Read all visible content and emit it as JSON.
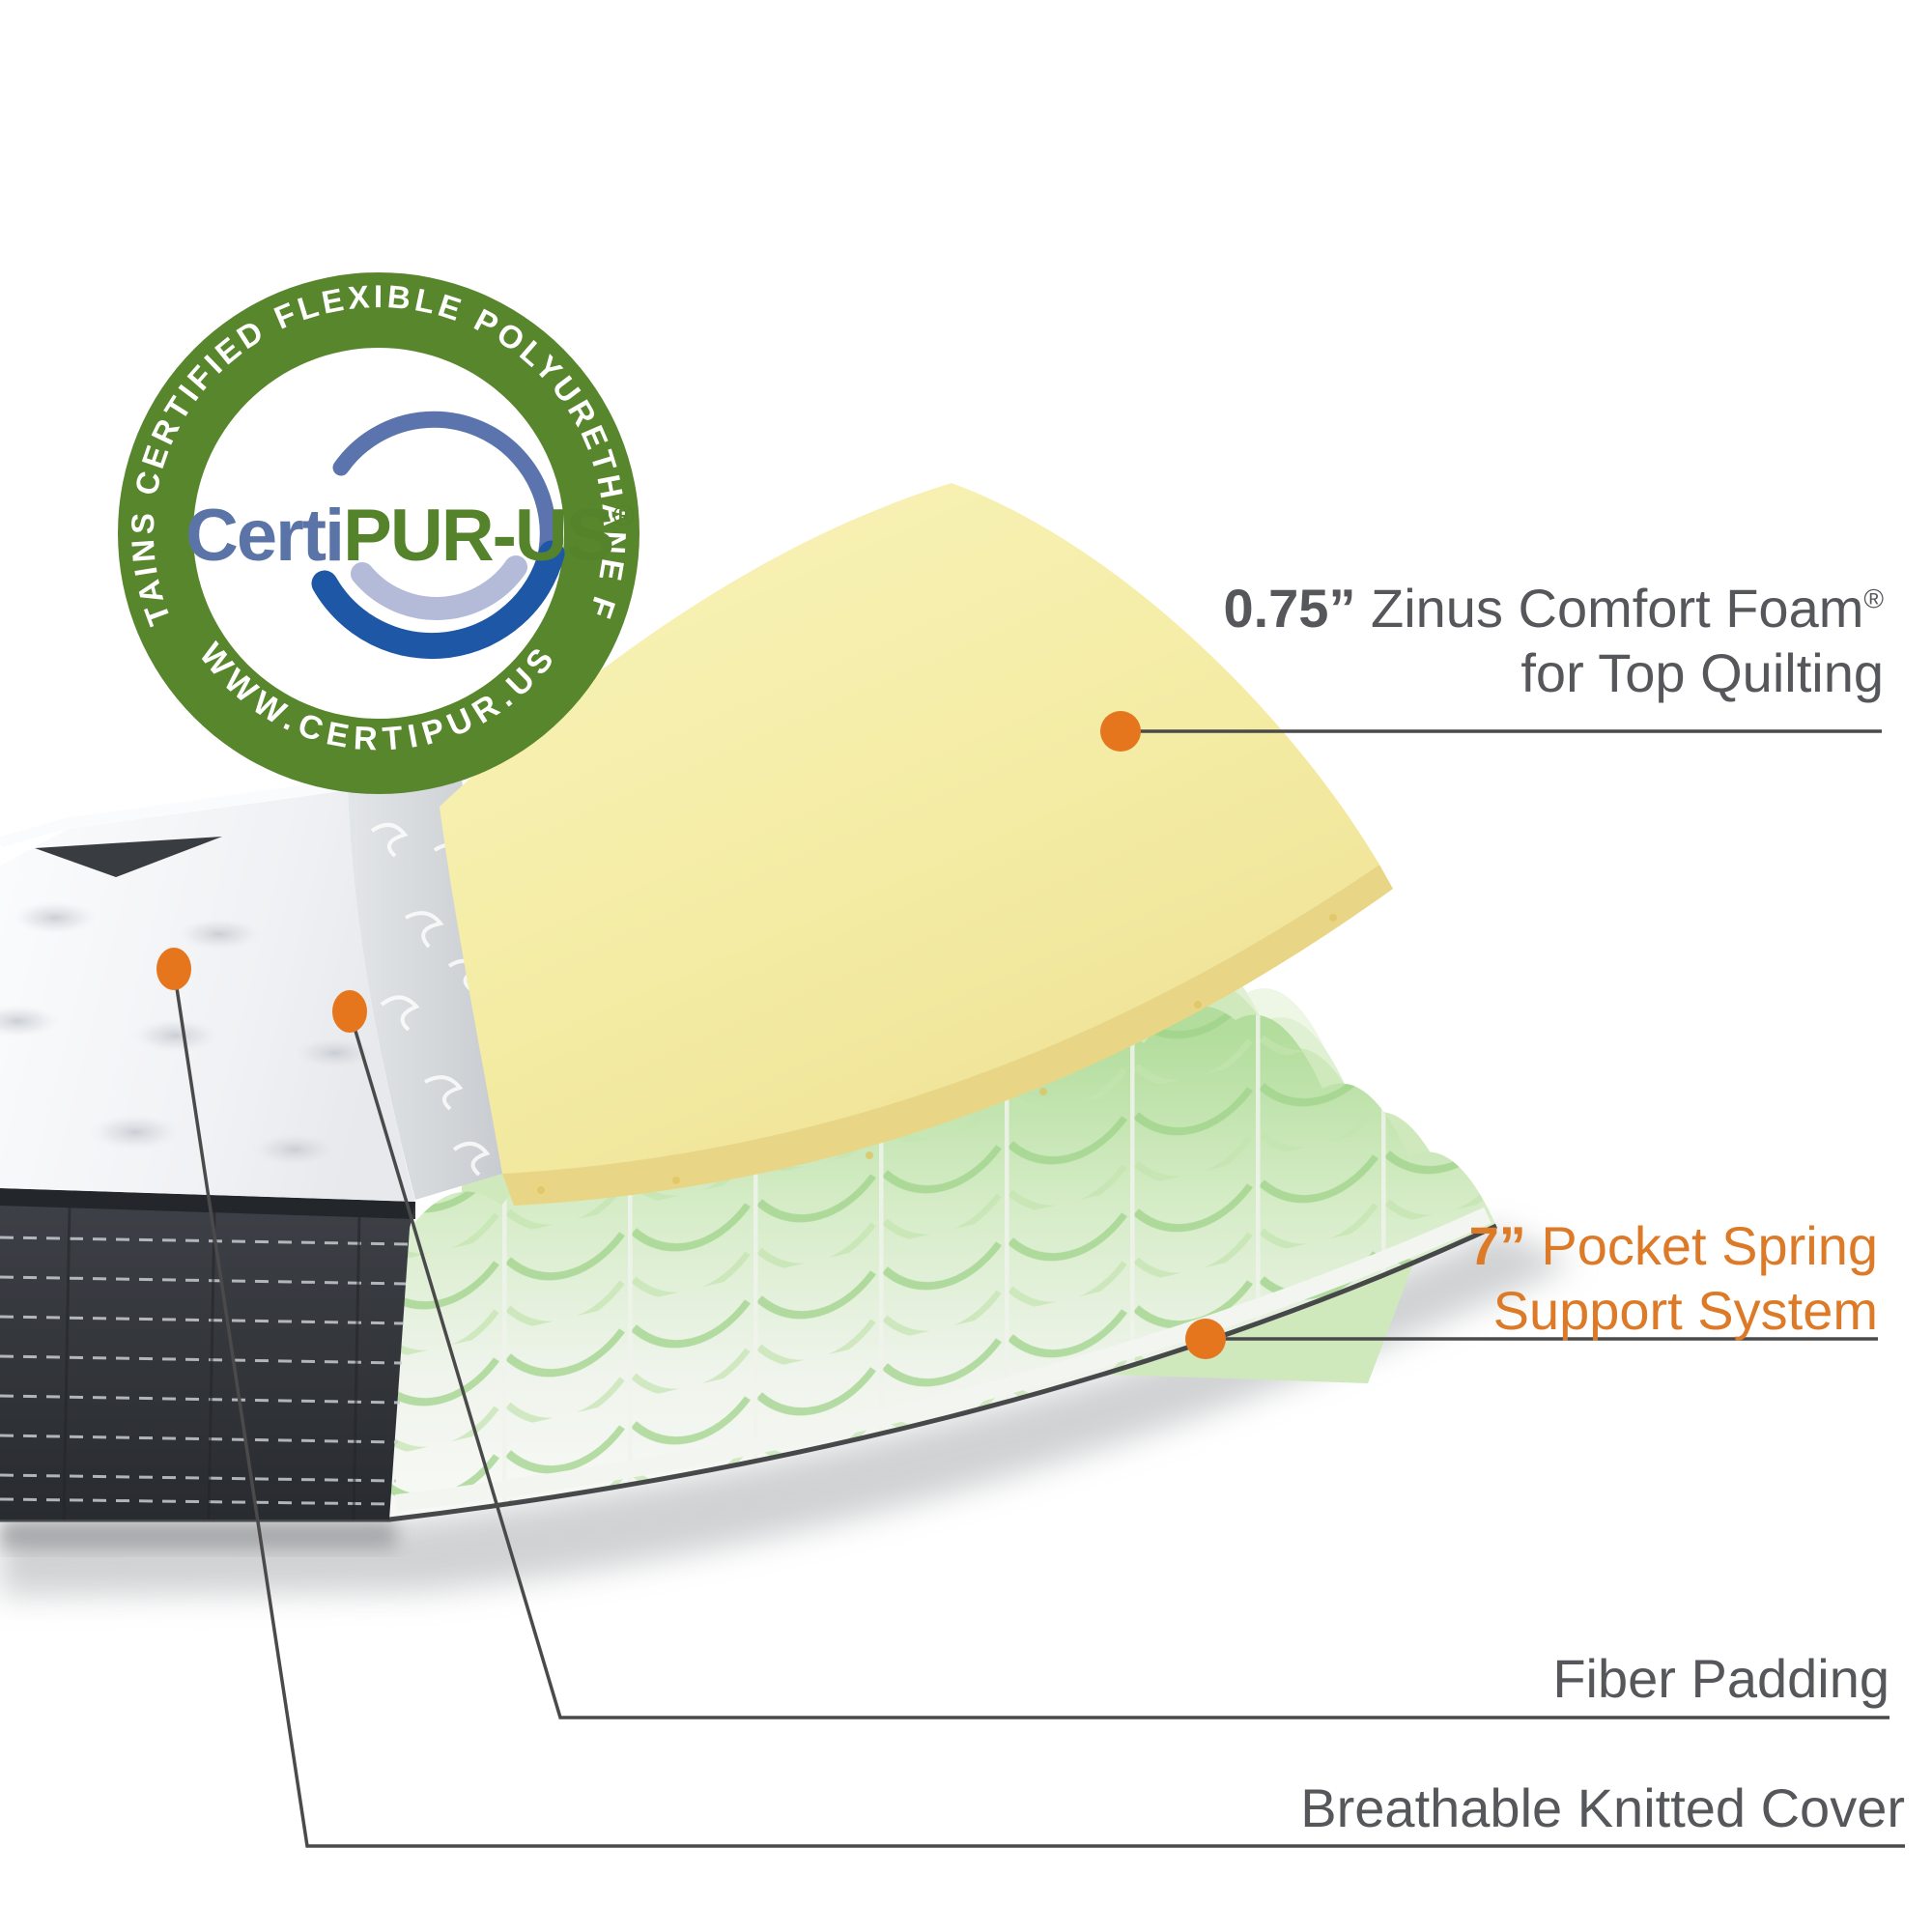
{
  "badge": {
    "ring_text_top": "CONTAINS CERTIFIED FLEXIBLE POLYURETHANE FOAM",
    "ring_text_bottom": "WWW.CERTIPUR.US",
    "brand_left": "Certi",
    "brand_right": "PUR-US",
    "registered_mark": "®"
  },
  "labels": {
    "comfort_foam": {
      "size": "0.75”",
      "text": " Zinus Comfort Foam",
      "reg": "®",
      "line2": "for Top Quilting"
    },
    "pocket_spring": {
      "size": "7”",
      "text": " Pocket Spring",
      "line2": "Support System"
    },
    "fiber_padding": {
      "text": "Fiber Padding"
    },
    "knitted_cover": {
      "text": "Breathable Knitted Cover"
    }
  },
  "colors": {
    "accent_orange": "#DD7A28",
    "label_gray": "#56575A",
    "leader_line": "#4A4A4B",
    "badge_green": "#57862C",
    "brand_blue": "#5B74A8",
    "swoosh_dark": "#1D57A5",
    "swoosh_light": "#B4BBD9",
    "foam_yellow": "#F5EDA4",
    "foam_edge": "#E8D686",
    "spring_green": "#A6D68E",
    "base_charcoal": "#33363B",
    "quilt_white": "#F2F3F5",
    "fiber_silver": "#D6D9DC"
  }
}
